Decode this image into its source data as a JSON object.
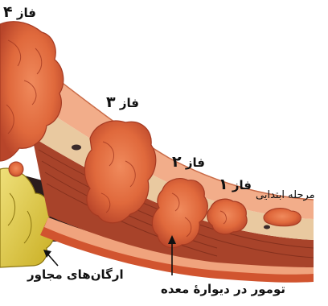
{
  "labels": {
    "phase4": {
      "word": "فاز",
      "number": "۴"
    },
    "phase3": {
      "word": "فاز",
      "number": "۳"
    },
    "phase2": {
      "word": "فاز",
      "number": "۲"
    },
    "phase1": {
      "word": "فاز",
      "number": "۱"
    },
    "early_stage": "مرحله ابتدایی",
    "adjacent_organs": "ارگان‌های مجاور",
    "stomach_wall_tumor": "تومور در دیوارهٔ معده"
  },
  "colors": {
    "tumor": "#e0693c",
    "serosa": "#f0a37d",
    "muscle": "#a8432a",
    "submucosa": "#e9c9a0",
    "organ": "#d8c33a",
    "nodule": "#3a2a2a"
  }
}
